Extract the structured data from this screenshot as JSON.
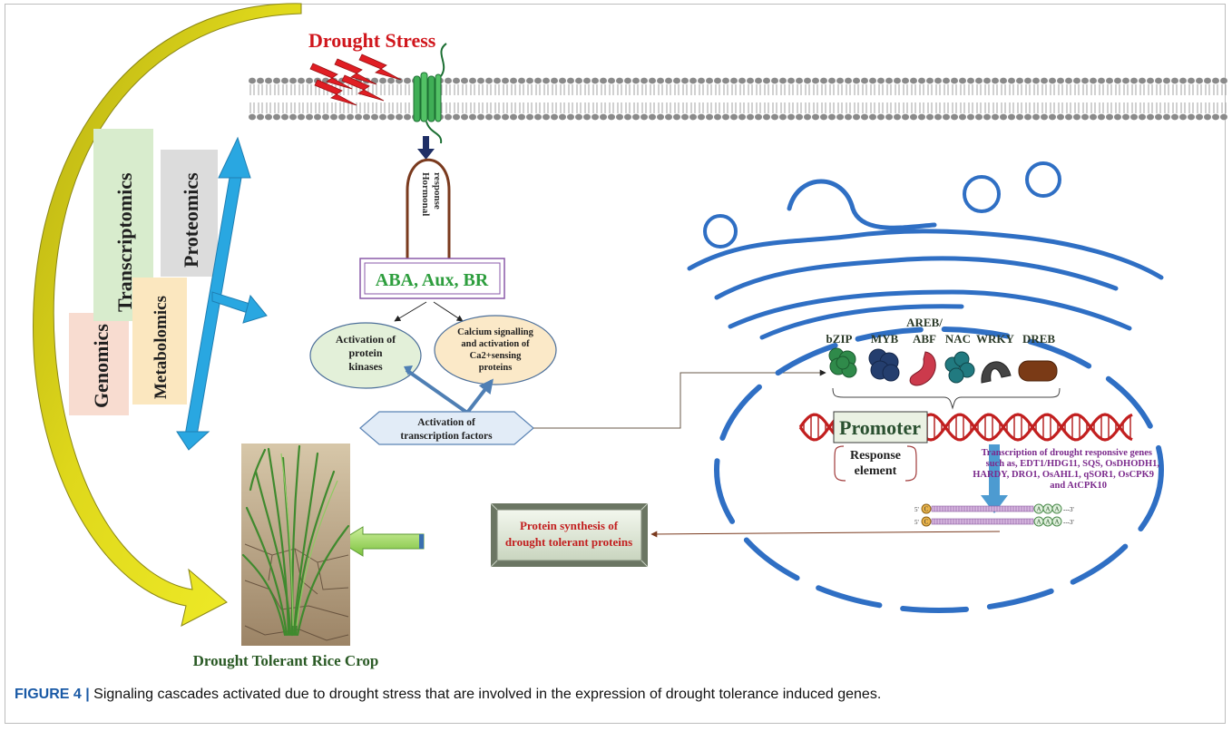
{
  "diagram": {
    "stress_label": "Drought Stress",
    "hormonal_response": [
      "Hormonal",
      "response"
    ],
    "hormones": "ABA, Aux, BR",
    "protein_kinases": [
      "Activation of",
      "protein",
      "kinases"
    ],
    "calcium_signalling": [
      "Calcium signalling",
      "and activation of",
      "Ca2+sensing",
      "proteins"
    ],
    "transcription_factors_activation": [
      "Activation  of",
      "transcription factors"
    ],
    "omics": [
      "Genomics",
      "Transcriptomics",
      "Metabolomics",
      "Proteomics"
    ],
    "tf_labels": [
      "bZIP",
      "MYB",
      "AREB/",
      "ABF",
      "NAC",
      "WRKY",
      "DREB"
    ],
    "promoter": "Promoter",
    "response_element": [
      "Response",
      "element"
    ],
    "drought_genes": [
      "Transcription of drought responsive genes",
      "such as, EDT1/HDG11, SQS, OsDHODH1,",
      "HARDY, DRO1, OsAHL1, qSOR1, OsCPK9",
      "and AtCPK10"
    ],
    "mrna": {
      "five_prime": "5'",
      "three_prime": "3'",
      "cap": "C",
      "polya": "A"
    },
    "protein_synthesis": [
      "Protein synthesis of",
      "drought  tolerant proteins"
    ],
    "rice_crop": "Drought Tolerant Rice Crop"
  },
  "caption": {
    "label": "FIGURE 4 |",
    "text": " Signaling cascades activated due to drought stress that are involved in the expression of drought tolerance induced genes."
  },
  "colors": {
    "stress_red": "#d0161c",
    "hormone_green": "#2e9e3e",
    "arrow_blue": "#29a7e1",
    "er_blue": "#2f6fc4",
    "dna_red": "#c21f1f",
    "gene_text": "#7b2a8c",
    "yellow_arrow": "#e8e214",
    "olive_arrow": "#b8b31c"
  }
}
